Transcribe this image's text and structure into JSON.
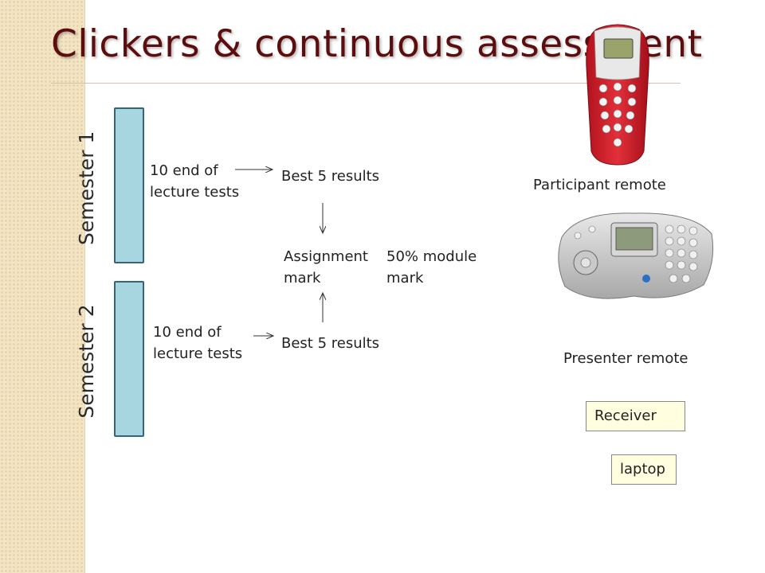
{
  "title": "Clickers & continuous assessment",
  "semesters": [
    {
      "label": "Semester 1",
      "tests": [
        "10 end of",
        "lecture tests"
      ],
      "result": "Best 5 results"
    },
    {
      "label": "Semester 2",
      "tests": [
        "10 end of",
        "lecture tests"
      ],
      "result": "Best 5 results"
    }
  ],
  "assignment": [
    "Assignment",
    "mark"
  ],
  "module": [
    "50% module",
    "mark"
  ],
  "devices": {
    "participant_label": "Participant remote",
    "presenter_label": "Presenter remote",
    "receiver_label": "Receiver",
    "laptop_label": "laptop"
  },
  "colors": {
    "title": "#5c0e0e",
    "semester_bar": "#a7d6e0",
    "semester_bar_border": "#33667a",
    "device_box": "#ffffe0",
    "sidebar": "#f2e4c5"
  },
  "icons": [
    "participant-remote-icon",
    "presenter-remote-icon",
    "arrow-icon"
  ]
}
